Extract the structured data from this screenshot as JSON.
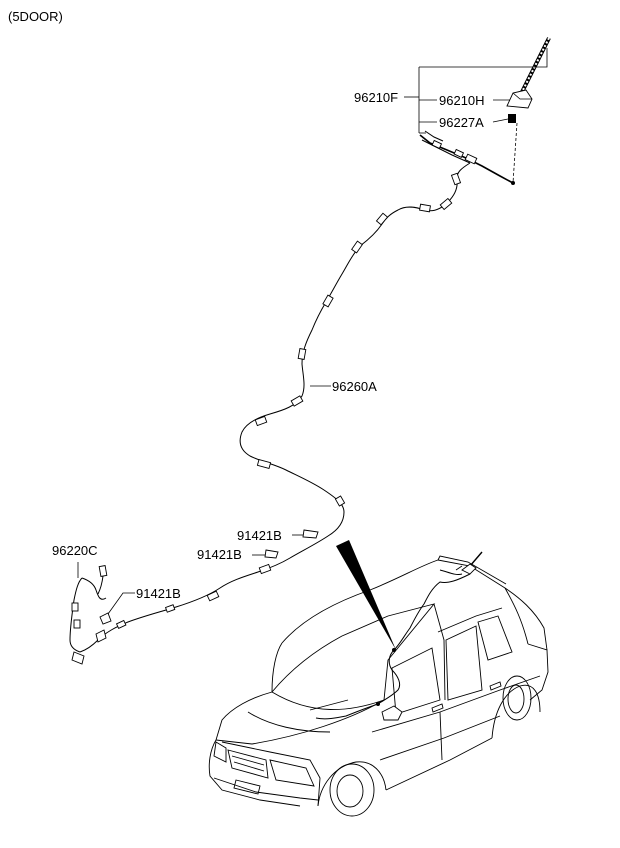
{
  "header": {
    "variant": "(5DOOR)"
  },
  "parts": {
    "antenna_assy": "96210F",
    "antenna_base": "96210H",
    "antenna_nut": "96227A",
    "feeder_cable": "96260A",
    "cable_end": "96220C",
    "grommet_upper": "91421B",
    "grommet_middle": "91421B",
    "grommet_lower": "91421B"
  }
}
